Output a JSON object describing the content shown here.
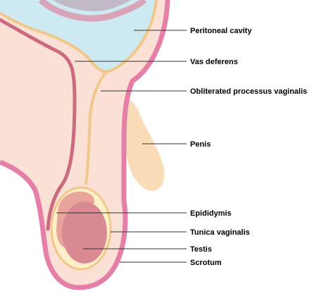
{
  "labels": {
    "peritoneal_cavity": "Peritoneal cavity",
    "vas_deferens": "Vas deferens",
    "obliterated_processus_vaginalis": "Obliterated processus vaginalis",
    "penis": "Penis",
    "epididymis": "Epididymis",
    "tunica_vaginalis": "Tunica vaginalis",
    "testis": "Testis",
    "scrotum": "Scrotum"
  },
  "colors": {
    "body_wall": "#e57fa8",
    "skin": "#fbe0d6",
    "peritoneal_cavity": "#cdeaf3",
    "processus_vaginalis": "#f1c889",
    "vas_deferens": "#cc6a80",
    "penis": "#fbdcb8",
    "tunica_vaginalis": "#fdf0c9",
    "epididymis": "#e8a59c",
    "testis": "#d98a93",
    "intestine": "#d9a3b8",
    "leader_line": "#333333"
  }
}
